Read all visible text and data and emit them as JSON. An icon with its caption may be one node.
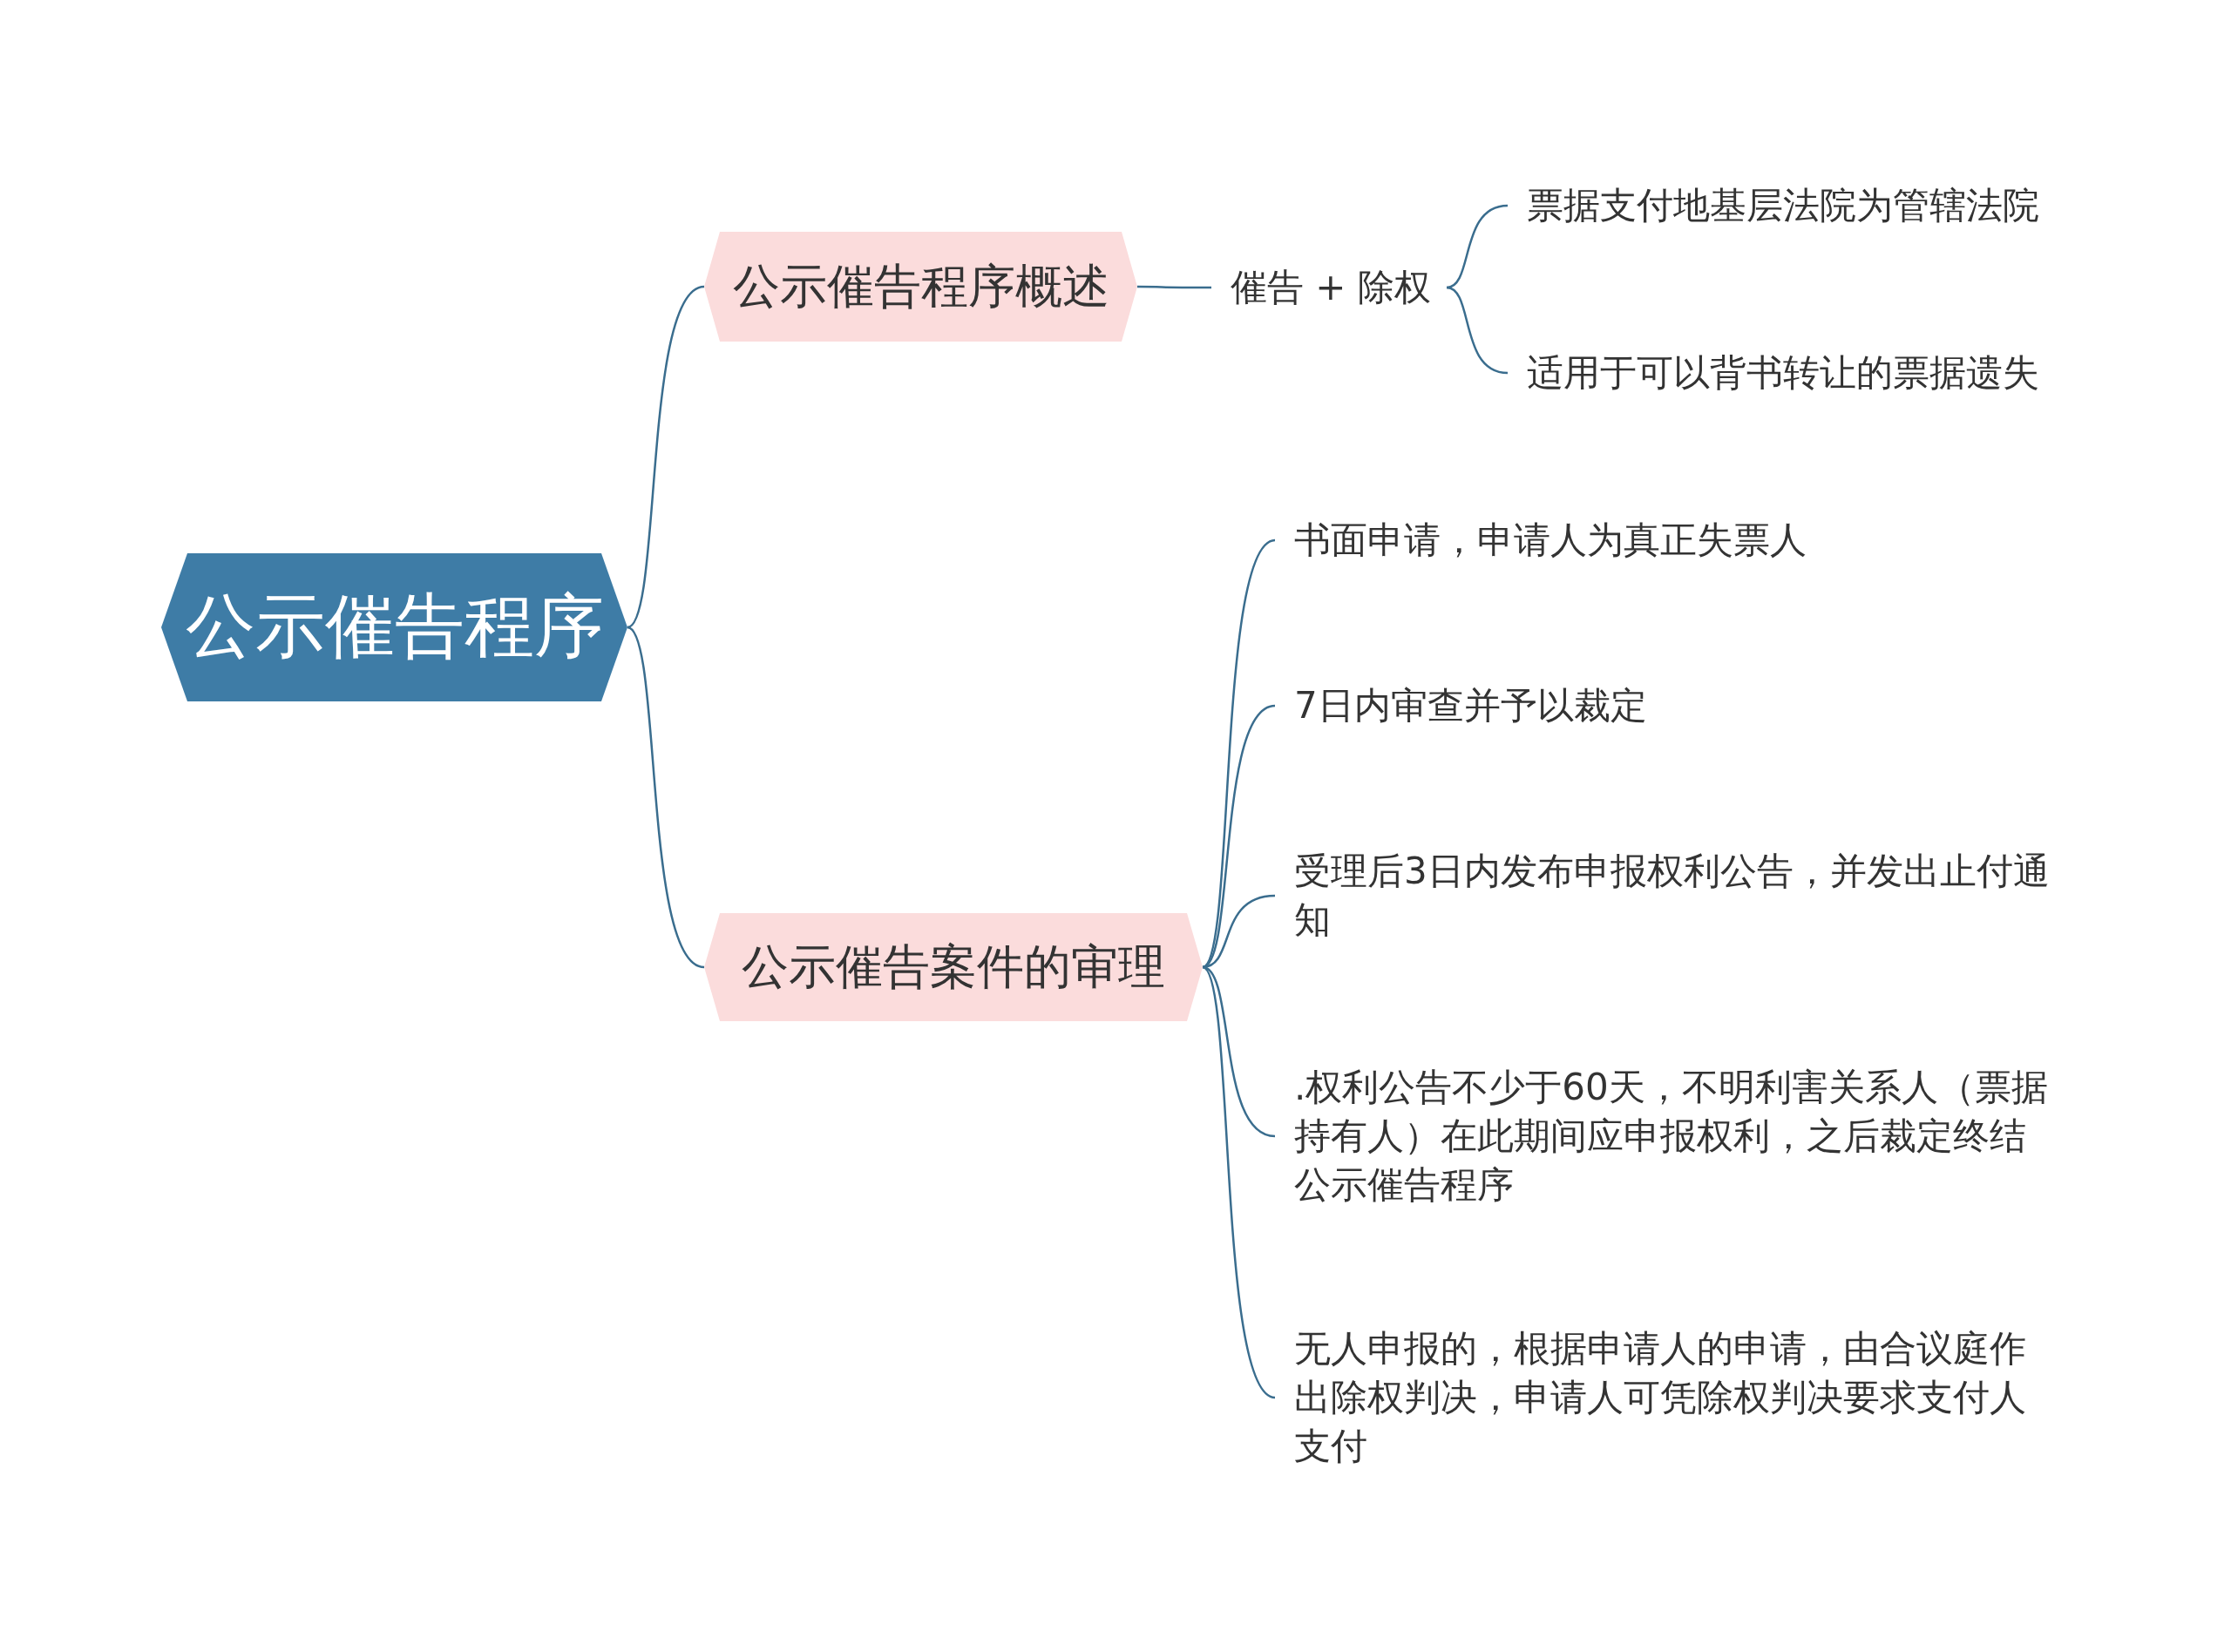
{
  "diagram": {
    "nodes": [
      {
        "text": [
          "公示催告程序"
        ]
      },
      {
        "text": [
          "公示催告程序概述"
        ]
      },
      {
        "text": [
          "催告 + 除权"
        ]
      },
      {
        "text": [
          "票据支付地基层法院为管辖法院"
        ]
      },
      {
        "text": [
          "适用于可以背书转让的票据遗失"
        ]
      },
      {
        "text": [
          "公示催告案件的审理"
        ]
      },
      {
        "text": [
          "书面申请，申请人为真正失票人"
        ]
      },
      {
        "text": [
          "7日内审查并予以裁定"
        ]
      },
      {
        "text": [
          "受理后3日内发布申报权利公告，并发出止付通知"
        ]
      },
      {
        "text": [
          ".权利公告不少于60天，不明利害关系人（票据持有人）在此期间应申报权利，之后裁定终结公示催告程序"
        ]
      },
      {
        "text": [
          "无人申报的，根据申请人的申请，由合议庭作出除权判决，申请人可凭除权判决要求支付人支付"
        ]
      }
    ],
    "edges": [
      {
        "from": 0,
        "to": 1,
        "arrow": "none"
      },
      {
        "from": 0,
        "to": 5,
        "arrow": "none"
      },
      {
        "from": 1,
        "to": 2,
        "arrow": "none"
      },
      {
        "from": 2,
        "to": 3,
        "arrow": "none"
      },
      {
        "from": 2,
        "to": 4,
        "arrow": "none"
      },
      {
        "from": 5,
        "to": 6,
        "arrow": "none"
      },
      {
        "from": 5,
        "to": 7,
        "arrow": "none"
      },
      {
        "from": 5,
        "to": 8,
        "arrow": "none"
      },
      {
        "from": 5,
        "to": 9,
        "arrow": "none"
      },
      {
        "from": 5,
        "to": 10,
        "arrow": "none"
      }
    ]
  }
}
